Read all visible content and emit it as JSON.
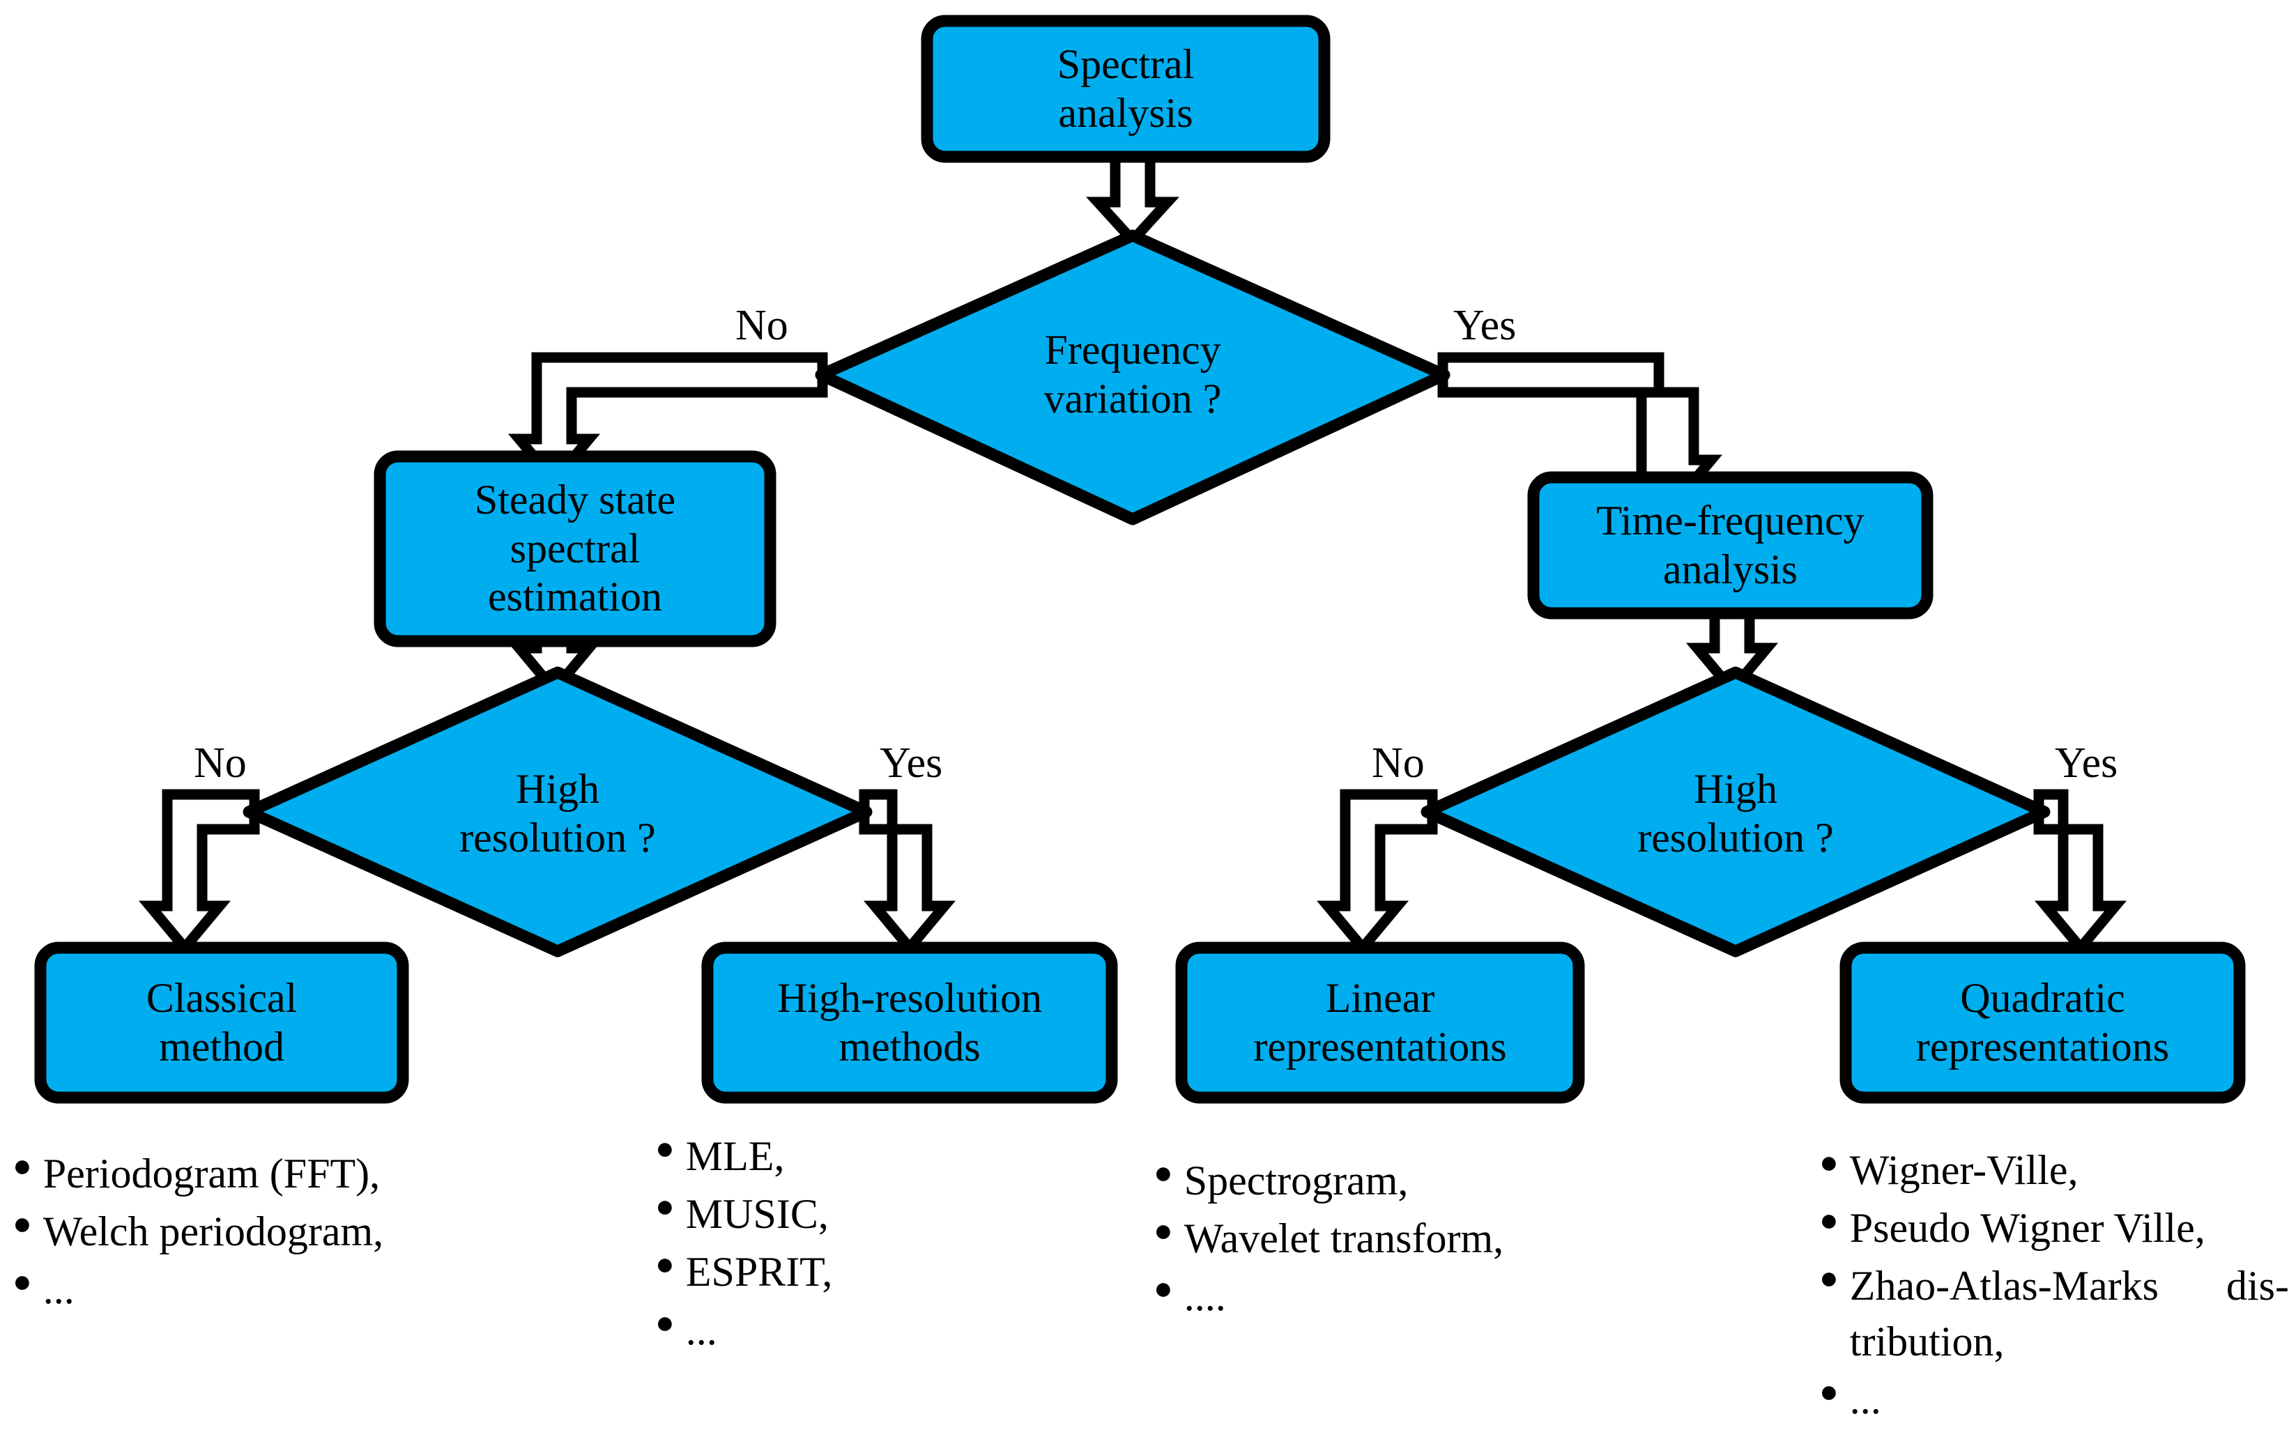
{
  "diagram": {
    "title": "Spectral analysis decision flowchart",
    "colors": {
      "node_fill": "#00AEEF",
      "node_stroke": "#000000",
      "background": "#FFFFFF",
      "text": "#000000"
    },
    "nodes": {
      "root": {
        "label": "Spectral\nanalysis",
        "shape": "rounded-rect"
      },
      "decision_freq": {
        "label": "Frequency\nvariation ?",
        "shape": "diamond"
      },
      "steady_state": {
        "label": "Steady state\nspectral\nestimation",
        "shape": "rounded-rect"
      },
      "time_frequency": {
        "label": "Time-frequency\nanalysis",
        "shape": "rounded-rect"
      },
      "decision_hires_left": {
        "label": "High\nresolution ?",
        "shape": "diamond"
      },
      "decision_hires_right": {
        "label": "High\nresolution ?",
        "shape": "diamond"
      },
      "classical": {
        "label": "Classical\nmethod",
        "shape": "rounded-rect"
      },
      "high_resolution": {
        "label": "High-resolution\nmethods",
        "shape": "rounded-rect"
      },
      "linear": {
        "label": "Linear\nrepresentations",
        "shape": "rounded-rect"
      },
      "quadratic": {
        "label": "Quadratic\nrepresentations",
        "shape": "rounded-rect"
      }
    },
    "edge_labels": {
      "freq_no": "No",
      "freq_yes": "Yes",
      "hires_left_no": "No",
      "hires_left_yes": "Yes",
      "hires_right_no": "No",
      "hires_right_yes": "Yes"
    },
    "lists": {
      "classical_methods": [
        "Periodogram (FFT),",
        "Welch periodogram,",
        "..."
      ],
      "high_resolution_methods": [
        "MLE,",
        "MUSIC,",
        "ESPRIT,",
        "..."
      ],
      "linear_representations": [
        "Spectrogram,",
        "Wavelet transform,",
        "...."
      ],
      "quadratic_representations": [
        "Wigner-Ville,",
        "Pseudo Wigner Ville,",
        "Zhao-Atlas-Marks dis­tribution,",
        "..."
      ]
    },
    "bullet_glyph": "●"
  }
}
